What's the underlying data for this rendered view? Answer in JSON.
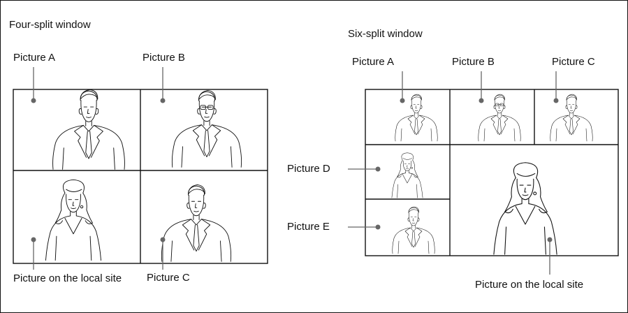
{
  "left": {
    "title": "Four-split window",
    "label_a": "Picture A",
    "label_b": "Picture B",
    "label_local": "Picture on the local site",
    "label_c": "Picture C"
  },
  "right": {
    "title": "Six-split window",
    "label_a": "Picture A",
    "label_b": "Picture B",
    "label_c": "Picture C",
    "label_d": "Picture D",
    "label_e": "Picture E",
    "label_local": "Picture on the local site"
  }
}
